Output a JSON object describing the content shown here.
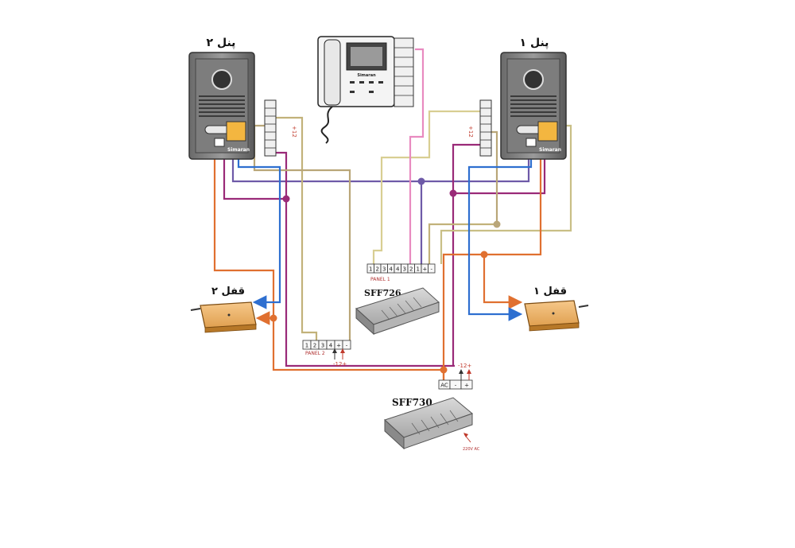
{
  "labels": {
    "panel1_title": "پنل ۱",
    "panel2_title": "پنل ۲",
    "lock1_title": "قفل ۱",
    "lock2_title": "قفل ۲",
    "sff726": "SFF726",
    "sff730": "SFF730",
    "panel1_block": "PANEL 1",
    "panel2_block": "PANEL 2",
    "v12_minus_plus": "-12+",
    "ac_in": "220V AC",
    "panel_brand": "Simaran",
    "monitor_brand": "Simaran",
    "plus12": "+12"
  },
  "terminals": {
    "panel1_block": [
      "1",
      "2",
      "3",
      "4",
      "4",
      "3",
      "2",
      "1",
      "+",
      "-"
    ],
    "panel2_block": [
      "1",
      "2",
      "3",
      "4",
      "+",
      "-"
    ],
    "sff730_block": [
      "AC",
      "-",
      "+"
    ]
  },
  "wire_colors": {
    "orange": "#e07030",
    "blue": "#2e6fd0",
    "purple": "#9a2a78",
    "violet": "#6e5aa8",
    "olive": "#c2b27a",
    "tan": "#b9a678",
    "pink": "#e88ac0",
    "khaki": "#d8ce92"
  }
}
